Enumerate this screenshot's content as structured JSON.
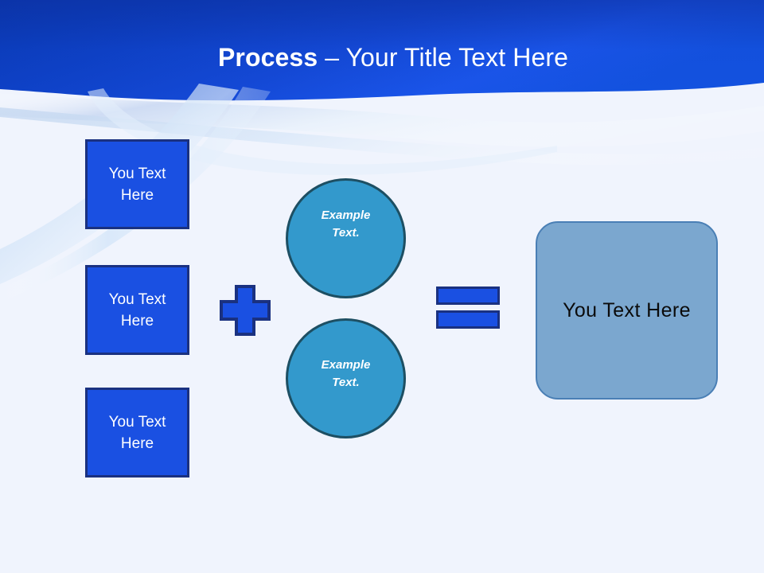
{
  "slide": {
    "title_strong": "Process",
    "title_rest": " – Your Title Text Here",
    "background_color": "#f0f4fd"
  },
  "theme": {
    "header_blue_dark": "#0b3bbf",
    "header_blue_light": "#1b57ee",
    "square_fill": "#1a50e2",
    "square_border": "#1a3180",
    "circle_fill": "#3399cc",
    "circle_border": "#1d4f63",
    "result_fill": "#7ba7cf",
    "result_border": "#4a7fb5",
    "title_color": "#ffffff",
    "result_text_color": "#0b0b0b"
  },
  "inputs": {
    "squares": [
      {
        "label": "You Text\nHere"
      },
      {
        "label": "You Text\nHere"
      },
      {
        "label": "You Text\nHere"
      }
    ]
  },
  "operators": {
    "plus": "+",
    "equals": "="
  },
  "examples": {
    "circles": [
      {
        "label": "Example\nText."
      },
      {
        "label": "Example\nText."
      }
    ]
  },
  "result": {
    "label": "You Text Here"
  }
}
